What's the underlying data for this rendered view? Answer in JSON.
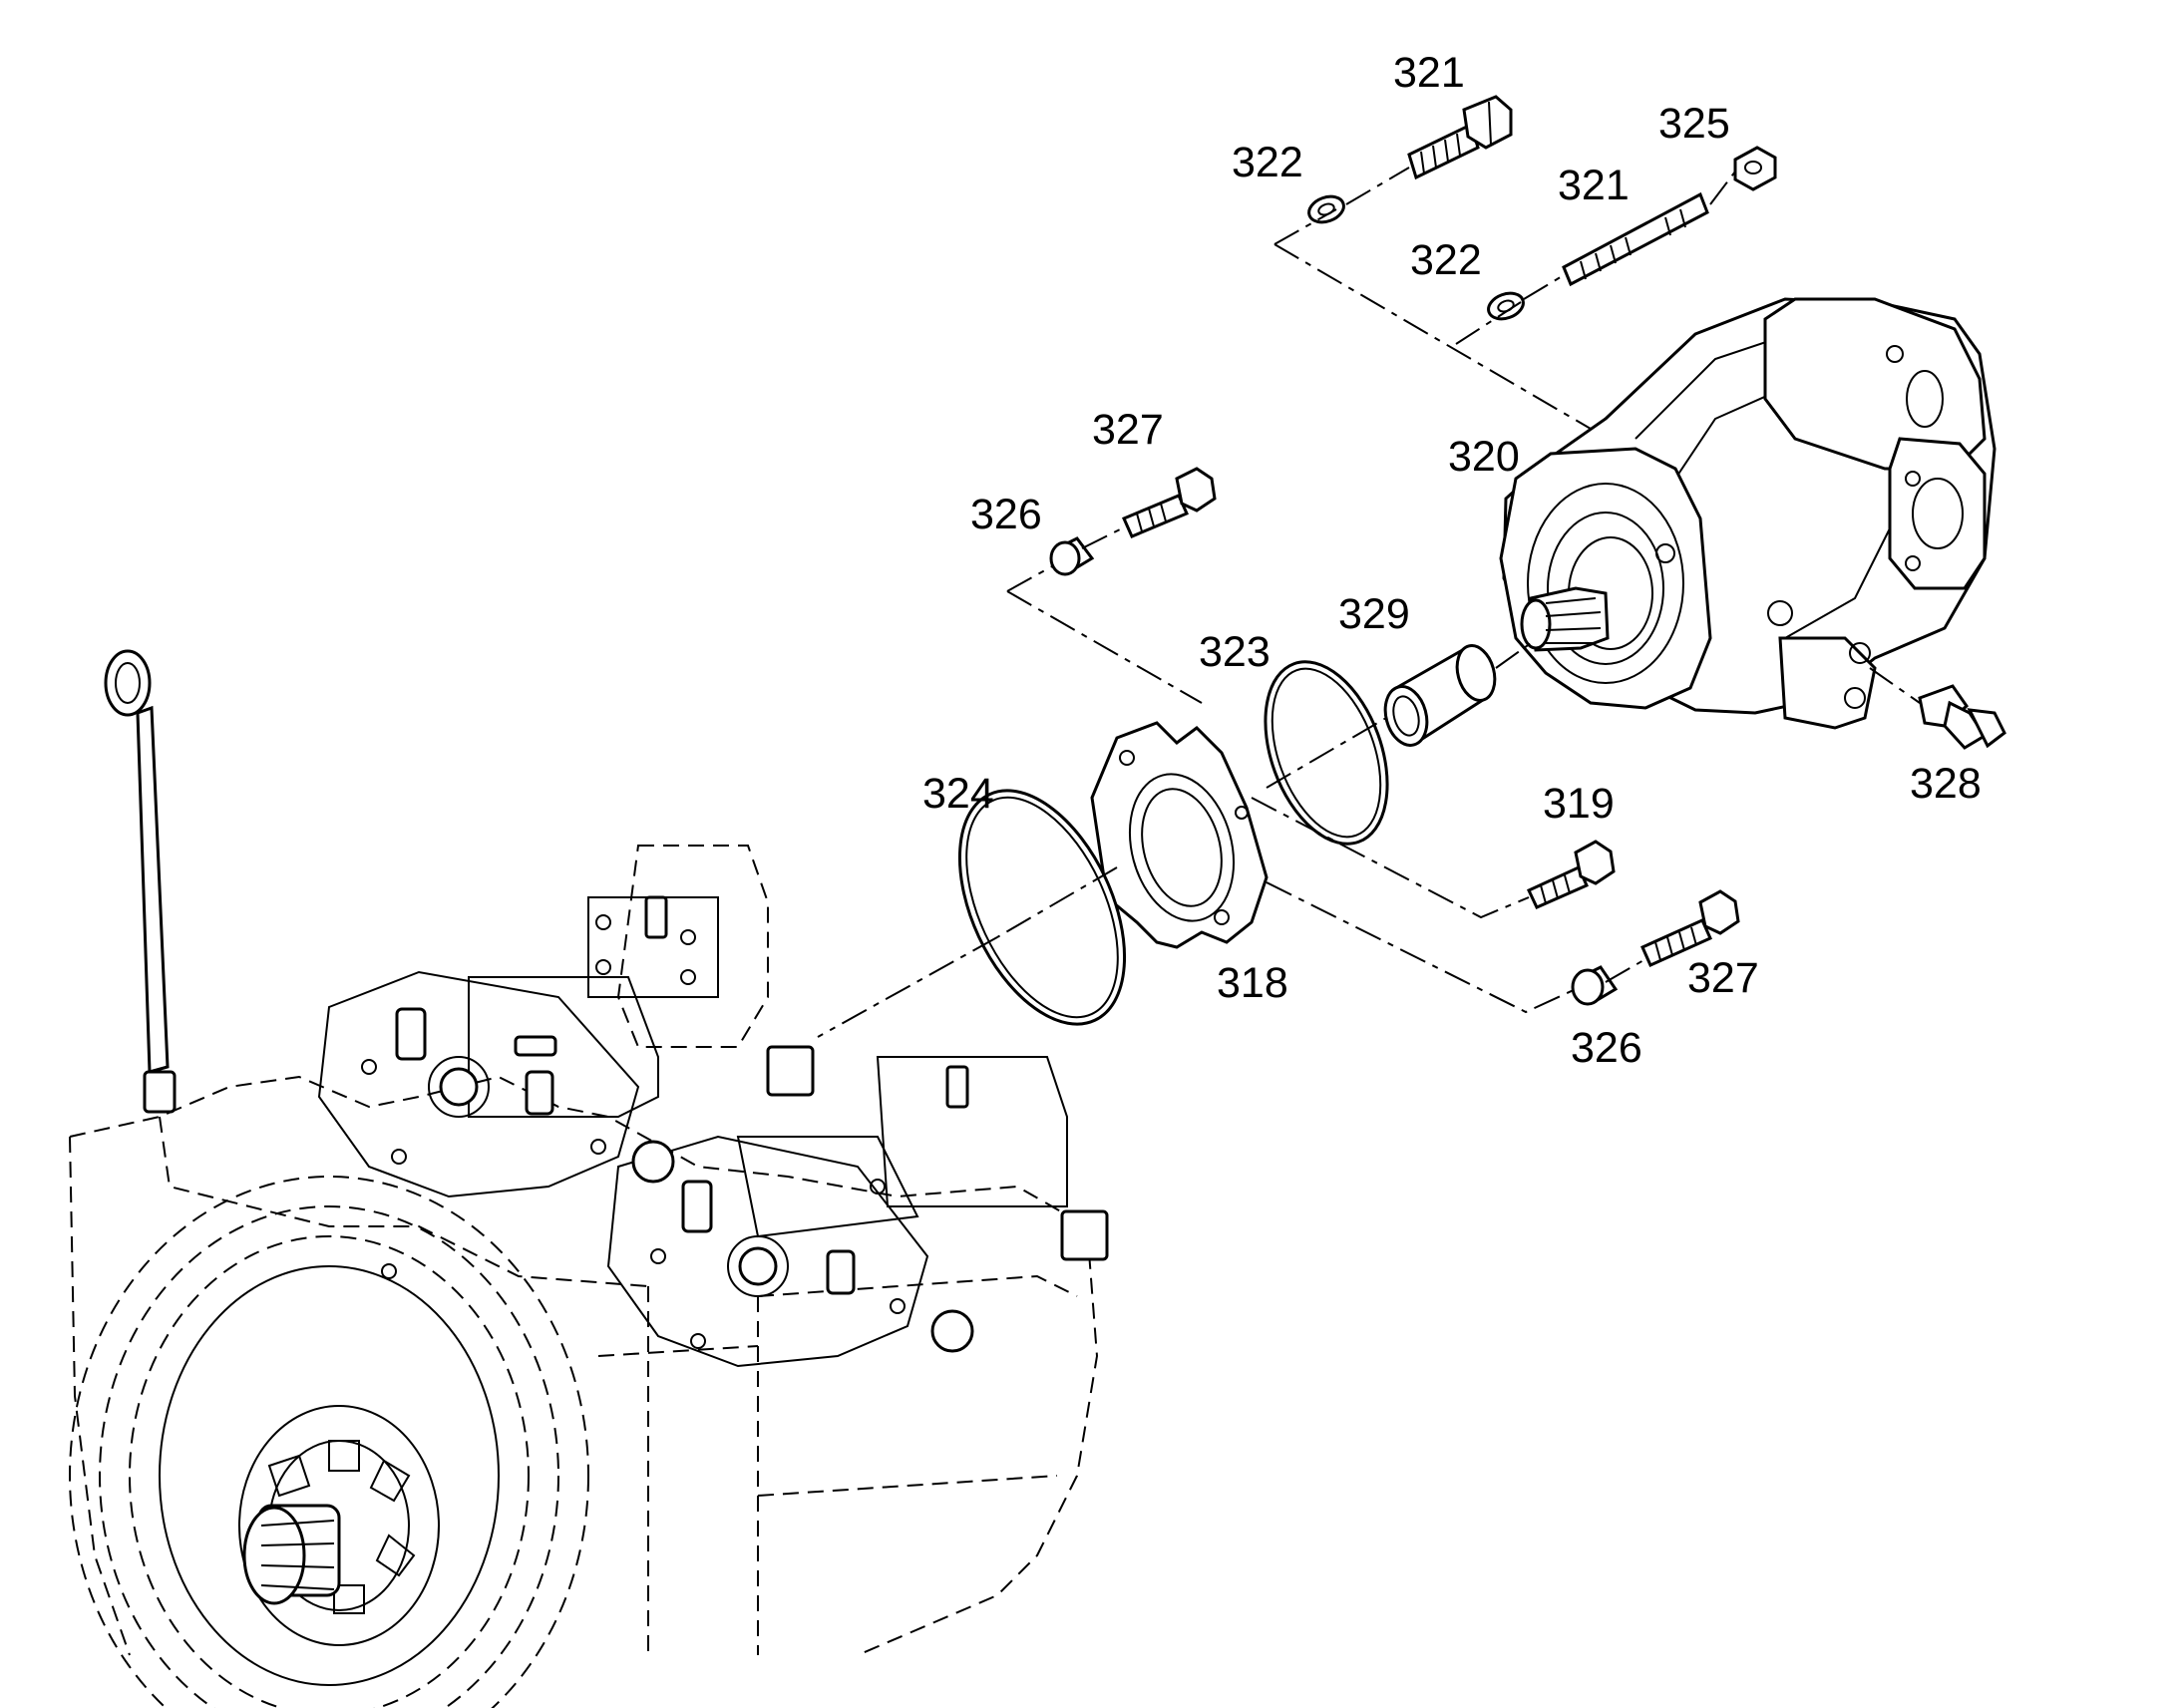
{
  "diagram": {
    "callouts": {
      "c321a": "321",
      "c322a": "322",
      "c325": "325",
      "c321b": "321",
      "c322b": "322",
      "c327a": "327",
      "c326a": "326",
      "c320": "320",
      "c329": "329",
      "c323": "323",
      "c324": "324",
      "c328": "328",
      "c319": "319",
      "c318": "318",
      "c327b": "327",
      "c326b": "326"
    }
  }
}
